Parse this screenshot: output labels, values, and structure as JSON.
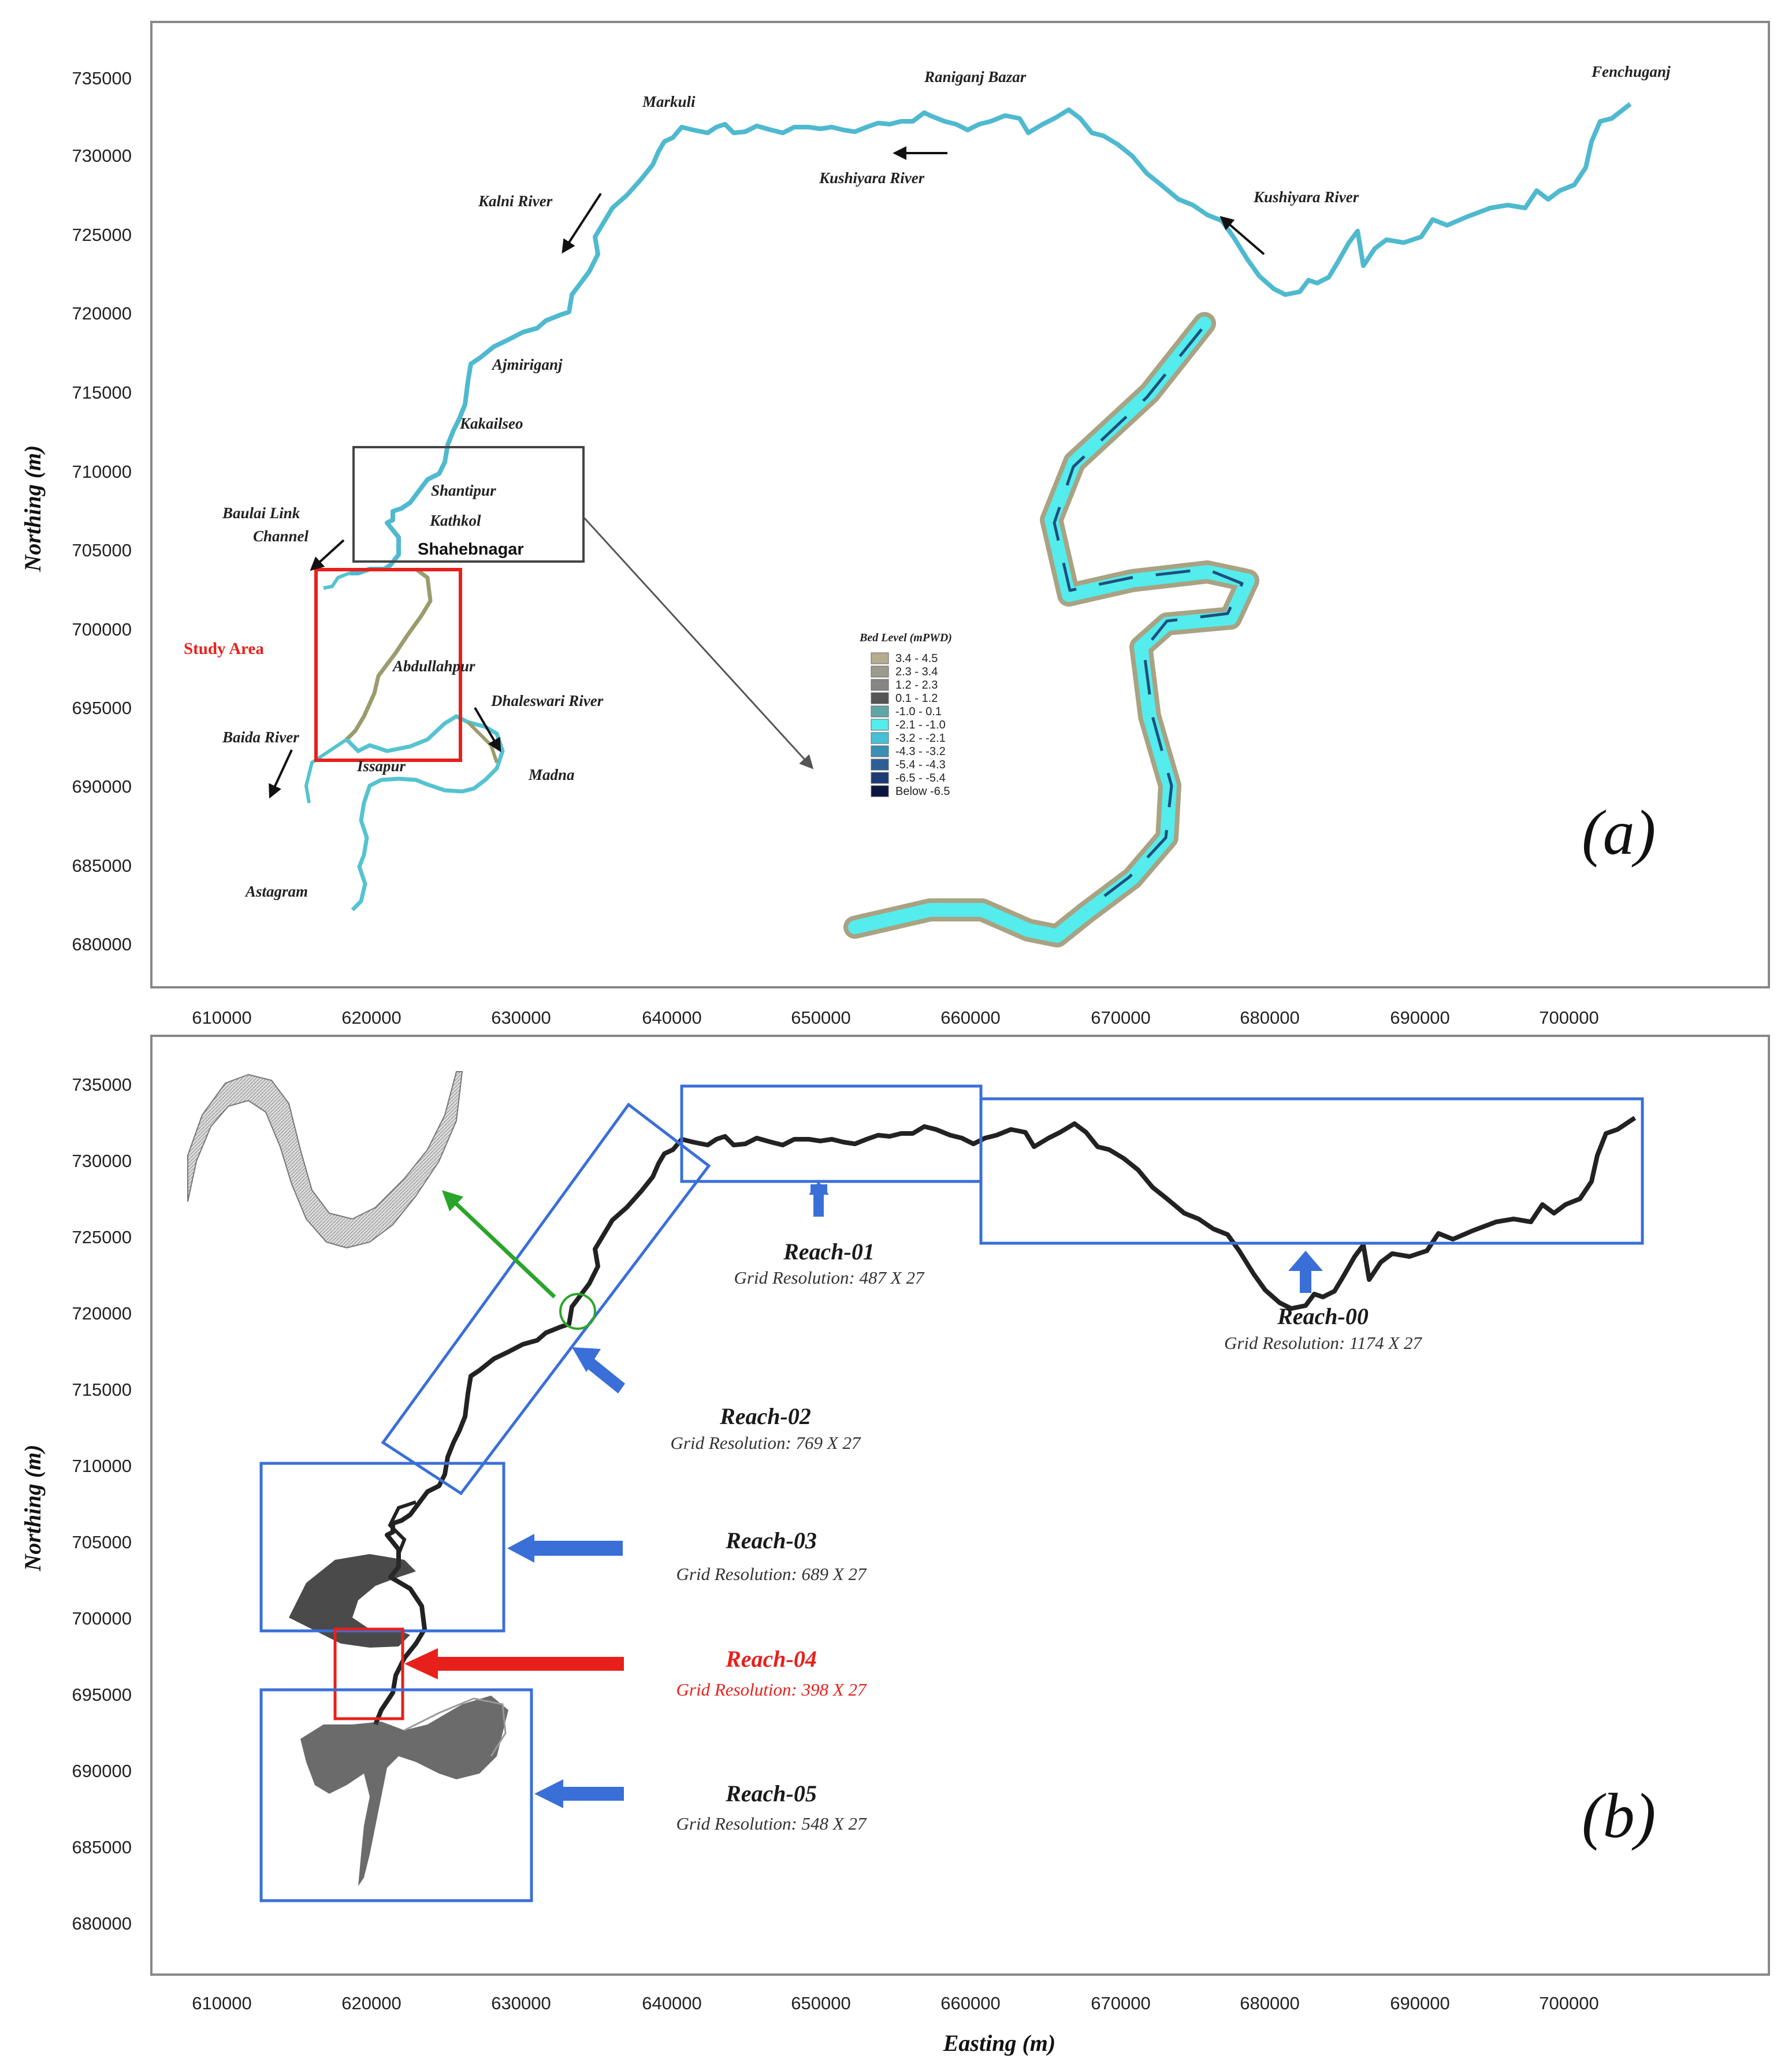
{
  "axes": {
    "x_label": "Easting (m)",
    "y_label": "Northing (m)",
    "x_ticks": [
      "610000",
      "620000",
      "630000",
      "640000",
      "650000",
      "660000",
      "670000",
      "680000",
      "690000",
      "700000"
    ],
    "y_ticks": [
      "735000",
      "730000",
      "725000",
      "720000",
      "715000",
      "710000",
      "705000",
      "700000",
      "695000",
      "690000",
      "685000",
      "680000"
    ]
  },
  "panel_a": {
    "tag": "(a)",
    "places": {
      "fenchuganj": "Fenchuganj",
      "raniganj": "Raniganj Bazar",
      "markuli": "Markuli",
      "kushiyara1": "Kushiyara River",
      "kushiyara2": "Kushiyara River",
      "kalni": "Kalni River",
      "ajmiriganj": "Ajmiriganj",
      "kakailseo": "Kakailseo",
      "shantipur": "Shantipur",
      "kathkol": "Kathkol",
      "shahebnagar": "Shahebnagar",
      "baulai1": "Baulai Link",
      "baulai2": "Channel",
      "abdullahpur": "Abdullahpur",
      "dhaleswari": "Dhaleswari River",
      "baida": "Baida River",
      "issapur": "Issapur",
      "madna": "Madna",
      "astagram": "Astagram"
    },
    "study_area": "Study Area",
    "legend": {
      "title": "Bed Level (mPWD)",
      "items": [
        {
          "label": "3.4 -  4.5",
          "color": "#b4ad8e"
        },
        {
          "label": "2.3 -  3.4",
          "color": "#9c9a8c"
        },
        {
          "label": "1.2 -  2.3",
          "color": "#858585"
        },
        {
          "label": "0.1 -  1.2",
          "color": "#555555"
        },
        {
          "label": "-1.0 -  0.1",
          "color": "#5fa6a6"
        },
        {
          "label": "-2.1 - -1.0",
          "color": "#54ecec"
        },
        {
          "label": "-3.2 - -2.1",
          "color": "#46c0d6"
        },
        {
          "label": "-4.3 - -3.2",
          "color": "#3c8fb4"
        },
        {
          "label": "-5.4 - -4.3",
          "color": "#2d5f97"
        },
        {
          "label": "-6.5 - -5.4",
          "color": "#1c3b72"
        },
        {
          "label": "Below -6.5",
          "color": "#0b1640"
        }
      ]
    }
  },
  "panel_b": {
    "tag": "(b)",
    "reaches": [
      {
        "name": "Reach-01",
        "grid": "Grid Resolution: 487 X 27"
      },
      {
        "name": "Reach-02",
        "grid": "Grid Resolution: 769 X 27"
      },
      {
        "name": "Reach-03",
        "grid": "Grid Resolution: 689 X 27"
      },
      {
        "name": "Reach-04",
        "grid": "Grid Resolution: 398 X 27"
      },
      {
        "name": "Reach-05",
        "grid": "Grid Resolution: 548 X 27"
      },
      {
        "name": "Reach-00",
        "grid": "Grid Resolution: 1174 X 27"
      }
    ]
  },
  "colors": {
    "river_a": "#5bc6d6",
    "river_b": "#222222",
    "reach_box": "#3a6fd8",
    "highlight": "#e8201b",
    "pointer_green": "#2aa52a"
  }
}
